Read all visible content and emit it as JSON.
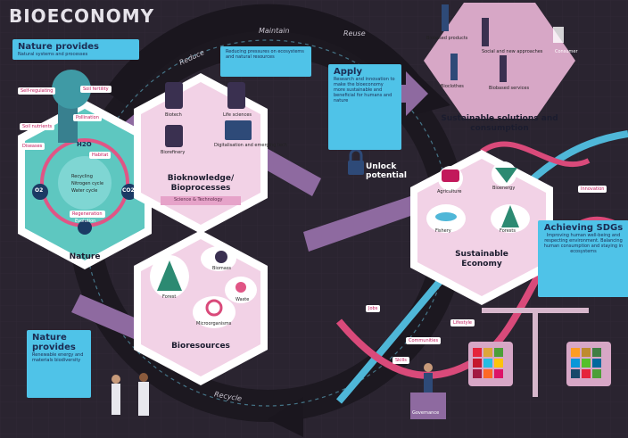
{
  "title": "BIOECONOMY",
  "cycle_labels": {
    "reduce": "Reduce",
    "maintain": "Maintain",
    "reuse": "Reuse",
    "recycle": "Recycle"
  },
  "nature_top": {
    "heading": "Nature provides",
    "sub": "Natural systems and processes"
  },
  "nature_bottom": {
    "heading": "Nature provides",
    "sub": "Renewable energy and materials biodiversity"
  },
  "knowledge_box": {
    "text": "Reducing pressures on ecosystems and natural resources"
  },
  "apply_box": {
    "heading": "Apply",
    "text": "Research and innovation to make the bioeconomy more sustainable and beneficial for humans and nature"
  },
  "unlock": {
    "label": "Unlock potential"
  },
  "sdg_box": {
    "heading": "Achieving SDGs",
    "text": "Improving human well-being and respecting environment. Balancing human consumption and staying in ecosystems"
  },
  "hexagons": {
    "nature": {
      "label": "Nature"
    },
    "bioknowledge": {
      "label": "Bioknowledge/ Bioprocesses",
      "banner": "Science & Technology",
      "items": [
        "Biotech",
        "Life sciences",
        "Biorefinery",
        "Digitalisation and emerging tech"
      ]
    },
    "bioresources": {
      "label": "Bioresources",
      "items": [
        "Forest",
        "Biomass",
        "Waste",
        "Microorganisms"
      ]
    },
    "economy": {
      "label": "Sustainable Economy",
      "items": [
        "Agriculture",
        "Bioenergy",
        "Fishery",
        "Forests"
      ]
    },
    "solutions": {
      "label": "Sustainable solutions and consumption",
      "items": [
        "Biobased products",
        "Social and new approaches",
        "Bioclothes",
        "Biobased services"
      ]
    }
  },
  "nature_items": [
    "Self-regulating",
    "Soil fertility",
    "Pollination",
    "Soil nutrients",
    "Diseases",
    "Habitat",
    "O2",
    "CO2",
    "H2O",
    "Recycling",
    "Nitrogen cycle",
    "Water cycle",
    "Regeneration",
    "Evolution"
  ],
  "pink_tags": [
    "Innovation",
    "Jobs",
    "Communities",
    "Skills",
    "Lifestyle"
  ],
  "person_label": "Consumer",
  "podium_label": "Governance"
}
